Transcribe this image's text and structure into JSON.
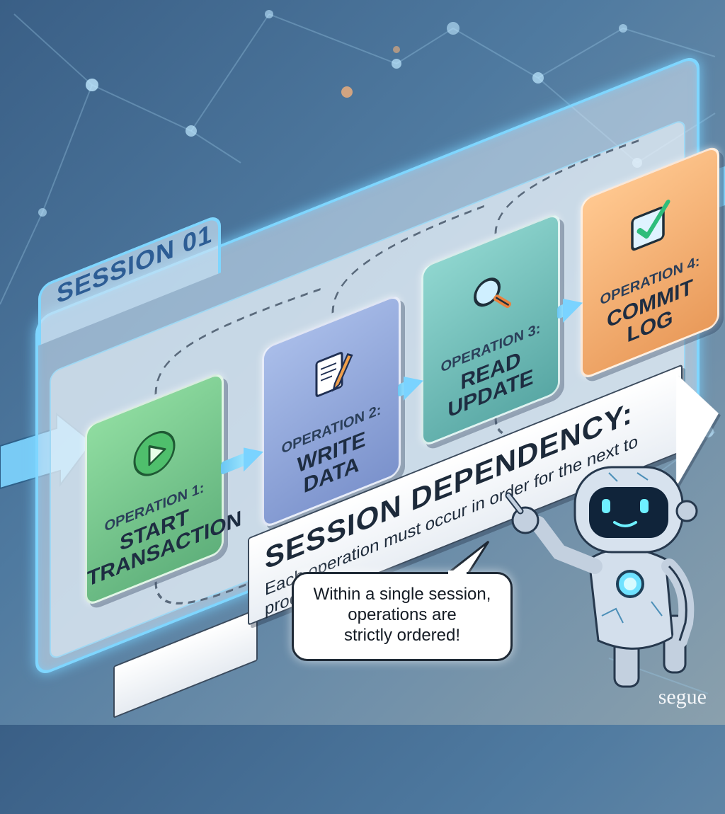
{
  "panel": {
    "title": "SESSION 01"
  },
  "operations": [
    {
      "label": "OPERATION 1:",
      "name": "START\nTRANSACTION",
      "icon": "play-icon"
    },
    {
      "label": "OPERATION 2:",
      "name": "WRITE\nDATA",
      "icon": "document-pen-icon"
    },
    {
      "label": "OPERATION 3:",
      "name": "READ\nUPDATE",
      "icon": "magnifier-icon"
    },
    {
      "label": "OPERATION 4:",
      "name": "COMMIT\nLOG",
      "icon": "checkbox-icon"
    }
  ],
  "dependency": {
    "title": "SESSION DEPENDENCY:",
    "text": "Each operation must occur in order for the next to proceed."
  },
  "speech_bubble": {
    "text": "Within a single session,\noperations are\nstrictly ordered!"
  },
  "watermark": "segue",
  "colors": {
    "op1": "#6cc489",
    "op2": "#8ba2d8",
    "op3": "#6bbdb8",
    "op4": "#f3ad6b",
    "glow": "#7fd6ff"
  }
}
